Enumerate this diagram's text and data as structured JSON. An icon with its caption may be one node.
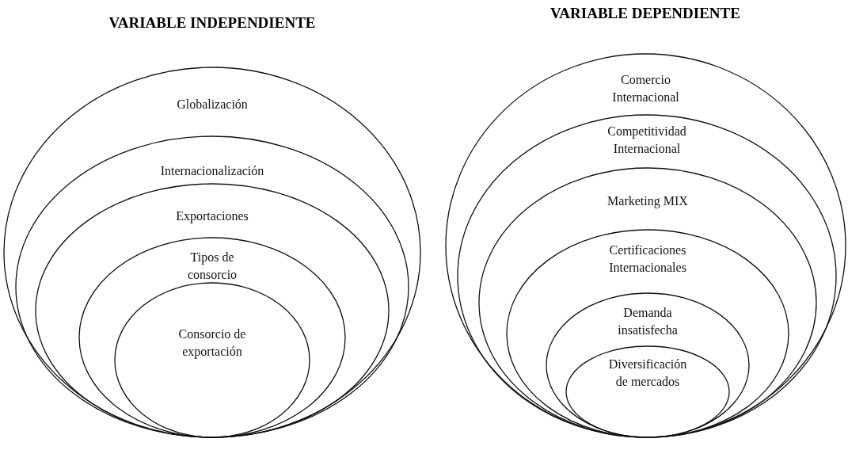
{
  "diagram": {
    "nodes": [
      {
        "text": [
          "Globalización"
        ]
      },
      {
        "text": [
          "Internacionalización"
        ],
        "in": 0
      },
      {
        "text": [
          "Exportaciones"
        ],
        "in": 1
      },
      {
        "text": [
          "Tipos de consorcio"
        ],
        "in": 2
      },
      {
        "text": [
          "Consorcio de exportación"
        ],
        "in": 3
      },
      {
        "text": [
          "Comercio Internacional"
        ]
      },
      {
        "text": [
          "Competitividad Internacional"
        ],
        "in": 5
      },
      {
        "text": [
          "Marketing MIX"
        ],
        "in": 6
      },
      {
        "text": [
          "Certificaciones Internacionales"
        ],
        "in": 7
      },
      {
        "text": [
          "Demanda insatisfecha"
        ],
        "in": 8
      },
      {
        "text": [
          "Diversificación de mercados"
        ],
        "in": 9
      }
    ],
    "edges": [],
    "labels": [
      "VARIABLE INDEPENDIENTE",
      "VARIABLE DEPENDIENTE"
    ]
  }
}
